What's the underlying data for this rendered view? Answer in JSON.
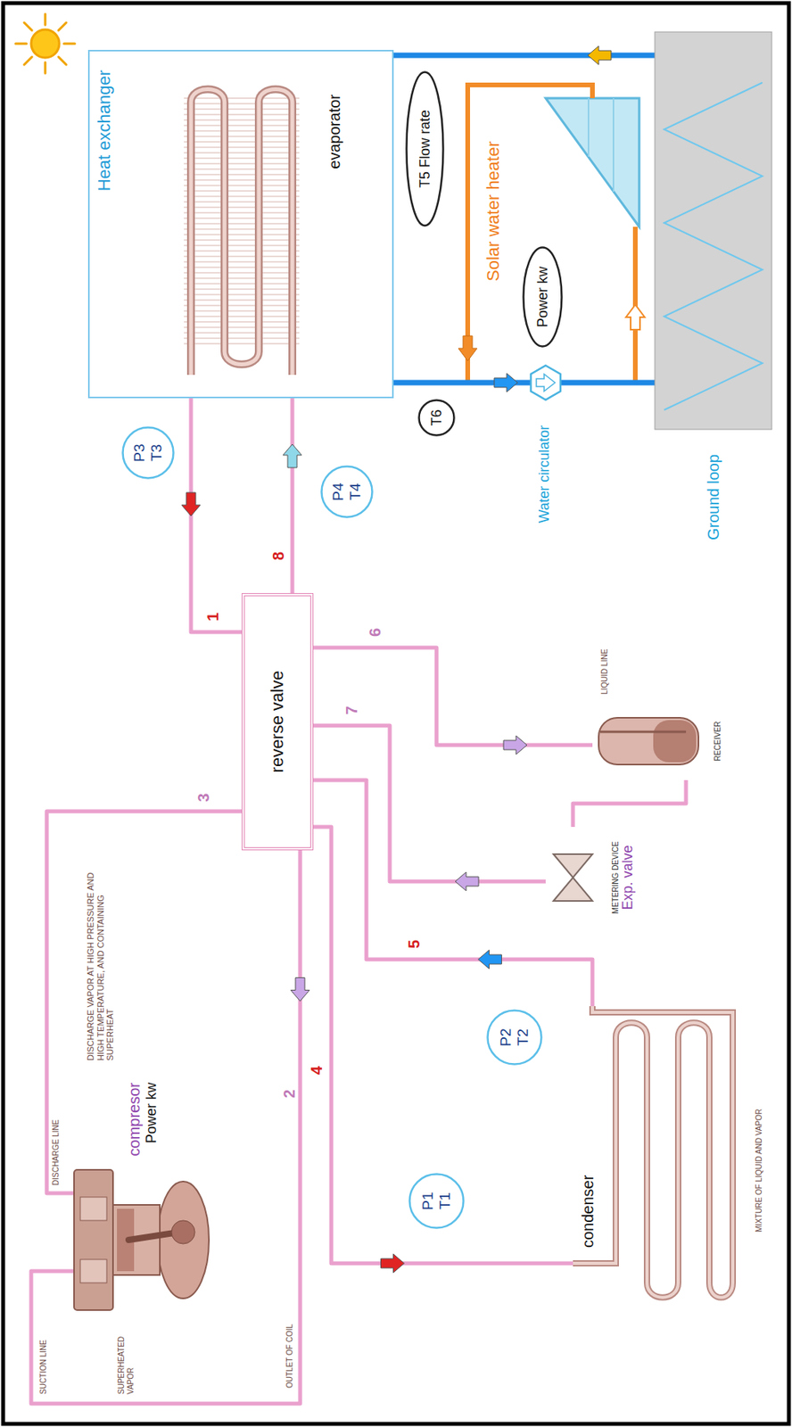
{
  "diagram": {
    "nodes": [
      {
        "text": [
          "compresor",
          "Power kw"
        ]
      },
      {
        "text": [
          "reverse valve"
        ]
      },
      {
        "text": [
          "P3 T3"
        ]
      },
      {
        "text": [
          "Heat exchanger"
        ]
      },
      {
        "text": [
          "evaporator"
        ],
        "in": 3
      },
      {
        "text": [
          "P4 T4"
        ]
      },
      {
        "text": [
          "T5 Flow rate"
        ]
      },
      {
        "text": [
          "T6"
        ]
      },
      {
        "text": [
          "Power kw"
        ]
      },
      {
        "text": [
          "Ground loop"
        ]
      },
      {
        "text": [
          "P1 T1"
        ]
      },
      {
        "text": [
          "P2 T2"
        ]
      },
      {
        "text": [
          "condenser"
        ]
      },
      {
        "text": [
          "RECEIVER"
        ]
      },
      {
        "text": [
          "METERING DEVICE",
          "Exp. valve"
        ]
      }
    ],
    "edges": [
      {
        "from": 0,
        "to": 1,
        "label": "3",
        "arrow": "none"
      },
      {
        "from": 1,
        "to": 0,
        "label": "2",
        "arrow": "to"
      },
      {
        "from": 4,
        "to": 1,
        "label": "1",
        "arrow": "to"
      },
      {
        "from": 1,
        "to": 4,
        "label": "8",
        "arrow": "to"
      },
      {
        "from": 1,
        "to": 12,
        "label": "4",
        "arrow": "to"
      },
      {
        "from": 12,
        "to": 1,
        "label": "5",
        "arrow": "to"
      },
      {
        "from": 1,
        "to": 13,
        "label": "6",
        "arrow": "to"
      },
      {
        "from": 14,
        "to": 1,
        "label": "7",
        "arrow": "to"
      },
      {
        "from": 13,
        "to": 14,
        "arrow": "none"
      },
      {
        "from": 3,
        "to": 9,
        "arrow": "to"
      },
      {
        "from": 9,
        "to": 3,
        "arrow": "to"
      }
    ],
    "labels": [
      "DISCHARGE LINE",
      "SUPERHEATED VAPOR",
      "SUCTION LINE",
      "OUTLET OF COIL",
      "DISCHARGE VAPOR AT HIGH PRESSURE AND HIGH TEMPERATURE, AND CONTAINING SUPERHEAT",
      "MIXTURE OF LIQUID AND VAPOR",
      "LIQUID LINE",
      "Water circulator",
      "Solar water heater"
    ]
  }
}
